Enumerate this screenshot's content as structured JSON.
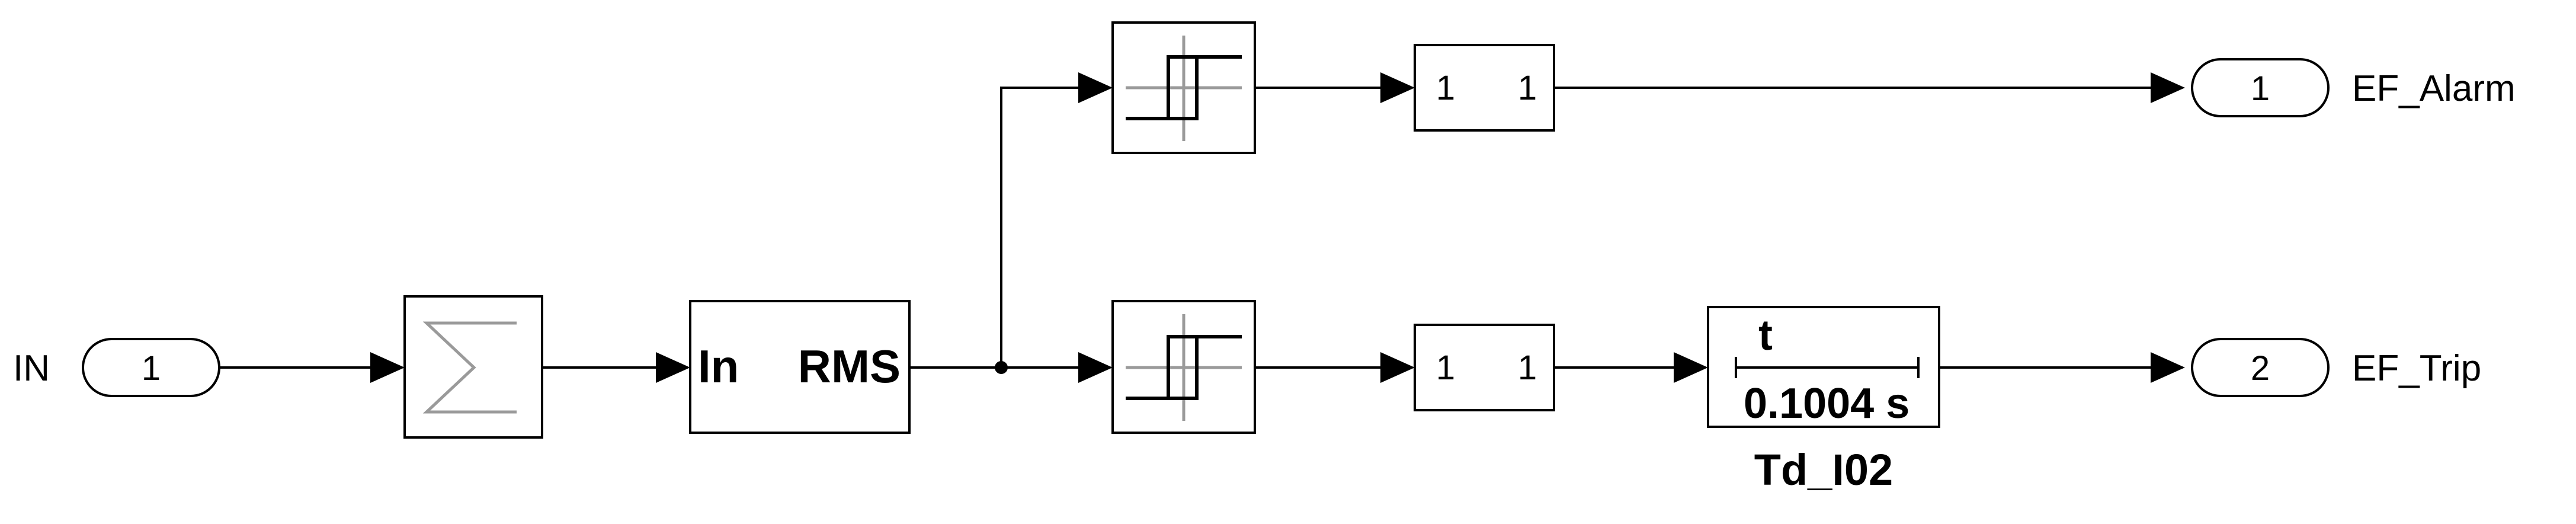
{
  "inport": {
    "number": "1",
    "label": "IN"
  },
  "sum_block": {
    "icon": "sigma-icon"
  },
  "rms_block": {
    "label_left": "In",
    "label_right": "RMS"
  },
  "relay_alarm": {
    "icon": "hysteresis-icon"
  },
  "relay_trip": {
    "icon": "hysteresis-icon"
  },
  "gain_alarm": {
    "left": "1",
    "right": "1"
  },
  "gain_trip": {
    "left": "1",
    "right": "1"
  },
  "delay_block": {
    "symbol": "t",
    "value": "0.1004 s",
    "name": "Td_I02"
  },
  "outport_alarm": {
    "number": "1",
    "label": "EF_Alarm"
  },
  "outport_trip": {
    "number": "2",
    "label": "EF_Trip"
  }
}
